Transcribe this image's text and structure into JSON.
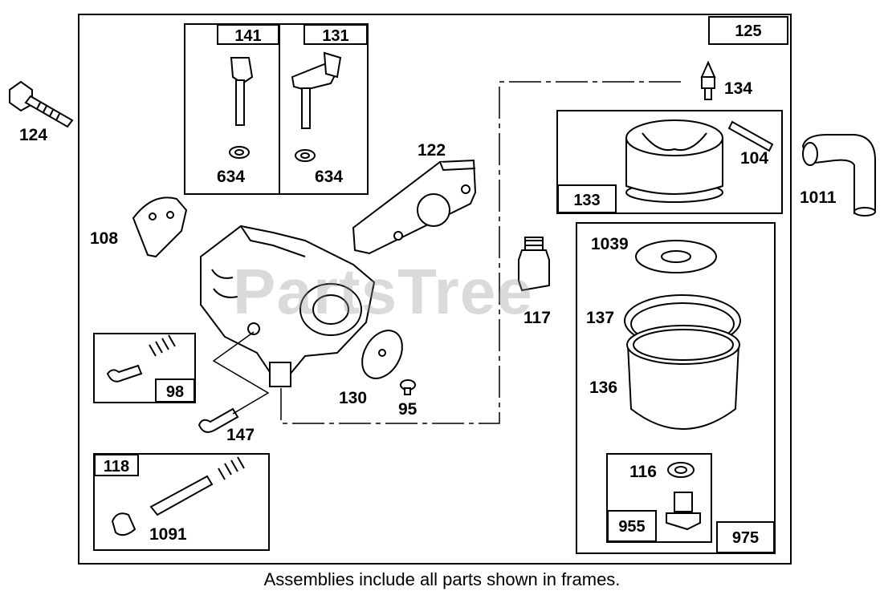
{
  "frames": {
    "main": "125",
    "f141": "141",
    "f131": "131",
    "f133": "133",
    "f975": "975",
    "f955": "955",
    "f98": "98",
    "f118": "118"
  },
  "parts": {
    "p124": "124",
    "p634a": "634",
    "p634b": "634",
    "p134": "134",
    "p104": "104",
    "p1011": "1011",
    "p122": "122",
    "p108": "108",
    "p117": "117",
    "p1039": "1039",
    "p137": "137",
    "p136": "136",
    "p116": "116",
    "p130": "130",
    "p95": "95",
    "p147": "147",
    "p1091": "1091"
  },
  "watermark": "PartsTree",
  "caption": "Assemblies include all parts shown in frames."
}
